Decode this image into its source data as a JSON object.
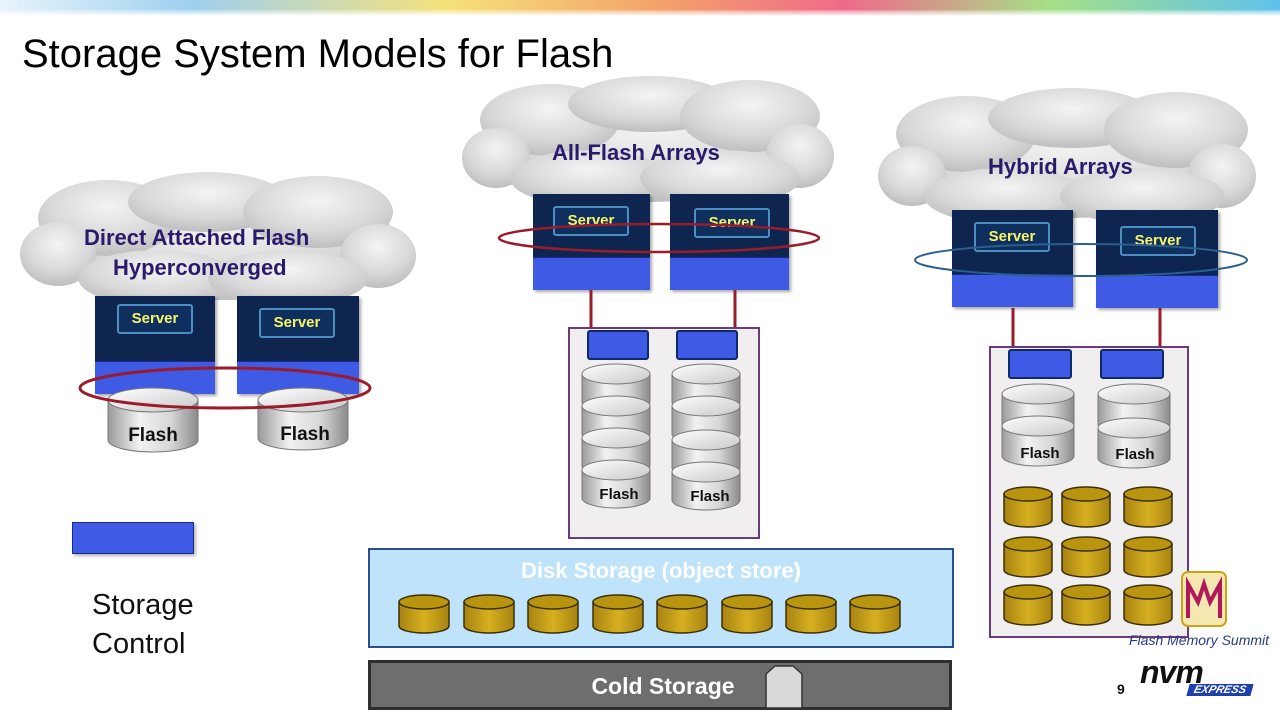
{
  "slide": {
    "title": "Storage System Models for Flash",
    "page_number": "9"
  },
  "clouds": {
    "direct": {
      "line1": "Direct Attached Flash",
      "line2": "Hyperconverged"
    },
    "all_flash": {
      "label": "All-Flash Arrays"
    },
    "hybrid": {
      "label": "Hybrid Arrays"
    }
  },
  "server_label": "Server",
  "flash_label": "Flash",
  "disk_storage": {
    "label": "Disk Storage (object store)"
  },
  "cold_storage": {
    "label": "Cold Storage"
  },
  "legend": {
    "line1": "Storage",
    "line2": "Control"
  },
  "logos": {
    "summit": "Flash Memory Summit",
    "nvm": "nvm",
    "express": "EXPRESS"
  },
  "colors": {
    "server": "#0e2550",
    "storage_control": "#3f5ae5",
    "server_text": "#f8f56a",
    "cloud_text": "#2b1a6b",
    "disk_gold": "#c9a417",
    "red_ring": "#9a1c2a",
    "blue_ring": "#2a5f8e"
  }
}
